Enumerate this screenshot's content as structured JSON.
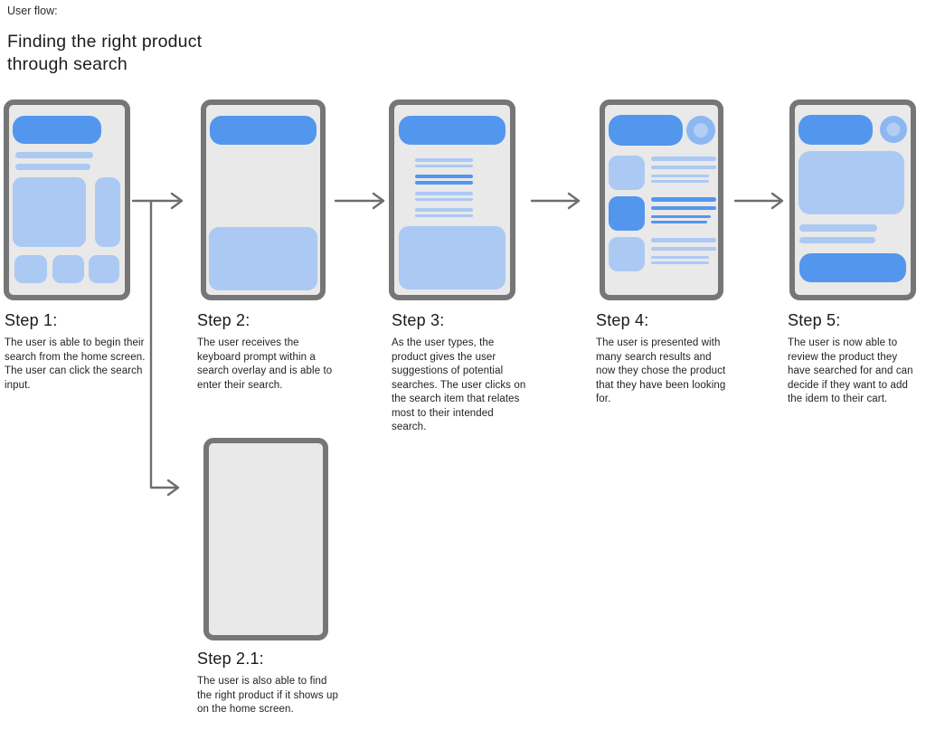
{
  "page": {
    "eyebrow": "User flow:",
    "title": "Finding the right product\nthrough search"
  },
  "colors": {
    "accent_blue": "#5396ee",
    "light_blue": "#abc9f3",
    "avatar_blue": "#8db7f1",
    "avatar_inner": "#b3cdf5",
    "frame_gray": "#767676",
    "screen_gray": "#e9e9e9",
    "arrow_gray": "#6e6e6e",
    "text_dark": "#1e1e1e"
  },
  "steps": [
    {
      "id": "step-1",
      "title": "Step 1:",
      "description": "The user is able to begin their search from the home screen. The user can click the search input."
    },
    {
      "id": "step-2",
      "title": "Step 2:",
      "description": "The user receives the keyboard prompt within a search overlay and is able to enter their search."
    },
    {
      "id": "step-3",
      "title": "Step 3:",
      "description": "As the user types, the product gives the user suggestions of potential searches. The user clicks on the search item that relates most to their intended search."
    },
    {
      "id": "step-4",
      "title": "Step 4:",
      "description": "The user is presented with many search results and now they chose the product that they have been looking for."
    },
    {
      "id": "step-5",
      "title": "Step 5:",
      "description": "The user is now able to review the product they have searched for and can decide if they want to add the idem to their cart."
    },
    {
      "id": "step-2-1",
      "title": "Step 2.1:",
      "description": "The user is also able to find the right product if it shows up on the home screen."
    }
  ]
}
